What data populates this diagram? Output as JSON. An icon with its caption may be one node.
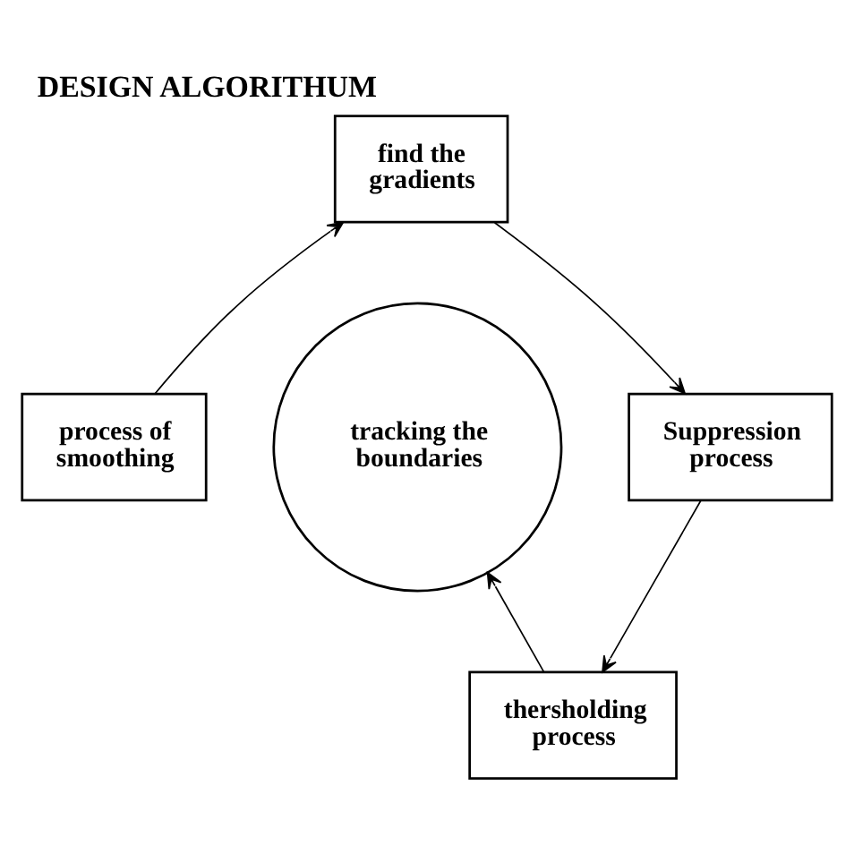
{
  "diagram": {
    "title": "DESIGN ALGORITHUM",
    "nodes": [
      {
        "text": [
          "process of smoothing"
        ]
      },
      {
        "text": [
          "find the gradients"
        ]
      },
      {
        "text": [
          "Suppression process"
        ]
      },
      {
        "text": [
          "thersholding process"
        ]
      },
      {
        "text": [
          "tracking the boundaries"
        ]
      }
    ],
    "edges": [
      {
        "from": 0,
        "to": 1,
        "arrow": "to"
      },
      {
        "from": 1,
        "to": 2,
        "arrow": "to"
      },
      {
        "from": 2,
        "to": 3,
        "arrow": "to"
      },
      {
        "from": 3,
        "to": 4,
        "arrow": "to"
      }
    ]
  }
}
